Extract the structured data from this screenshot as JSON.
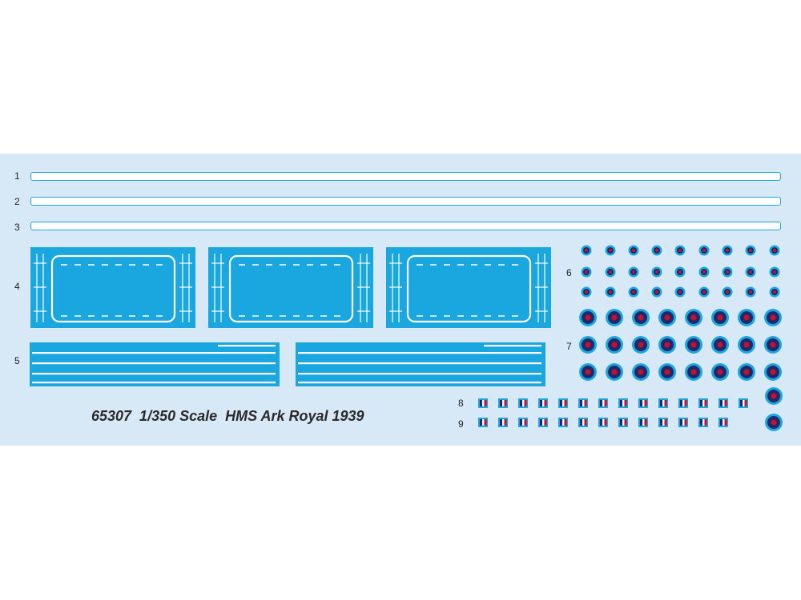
{
  "sheet": {
    "labels": [
      "1",
      "2",
      "3",
      "4",
      "5",
      "6",
      "7",
      "8",
      "9"
    ],
    "caption": "65307  1/350 Scale  HMS Ark Royal 1939"
  },
  "colors": {
    "sheet_background": "#d7e9f6",
    "decal_blue": "#1aa7e0",
    "outline_white": "#ffffff",
    "roundel_red": "#c8102e",
    "roundel_navy": "#1c2a6b"
  }
}
